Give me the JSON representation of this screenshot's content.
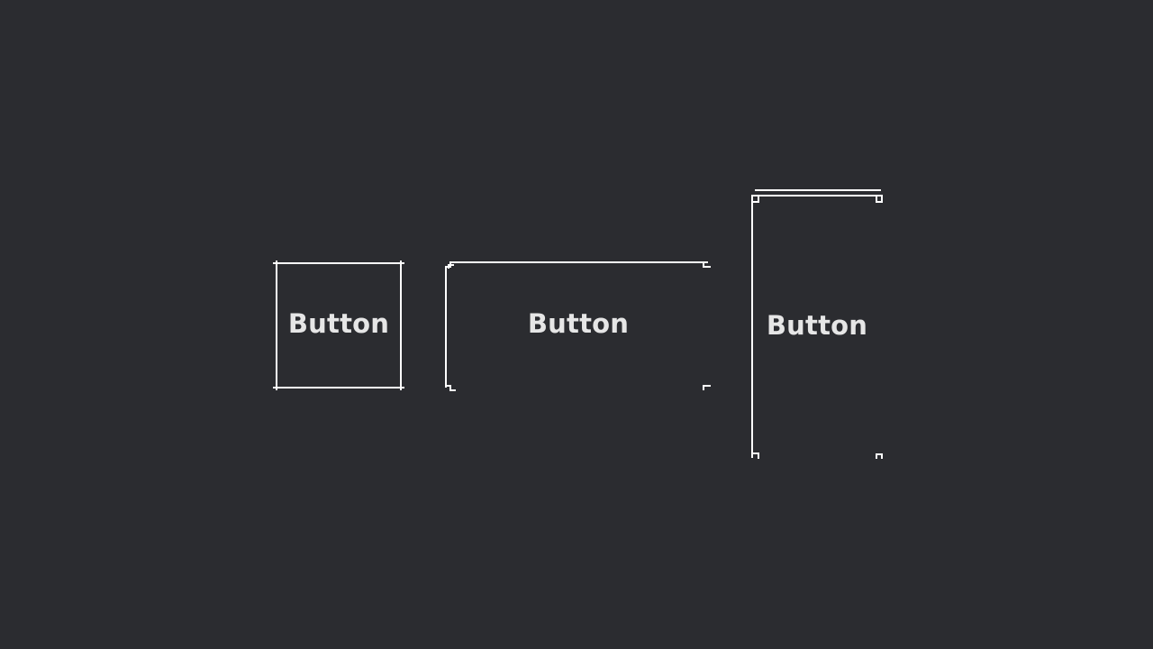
{
  "theme": {
    "background": "#2b2c30",
    "frame_color": "#ffffff",
    "label_color": "#e6e6e6"
  },
  "buttons": [
    {
      "label": "Button",
      "style": "full-frame"
    },
    {
      "label": "Button",
      "style": "top-left-corner-frame"
    },
    {
      "label": "Button",
      "style": "top-left-bracket-frame"
    }
  ]
}
